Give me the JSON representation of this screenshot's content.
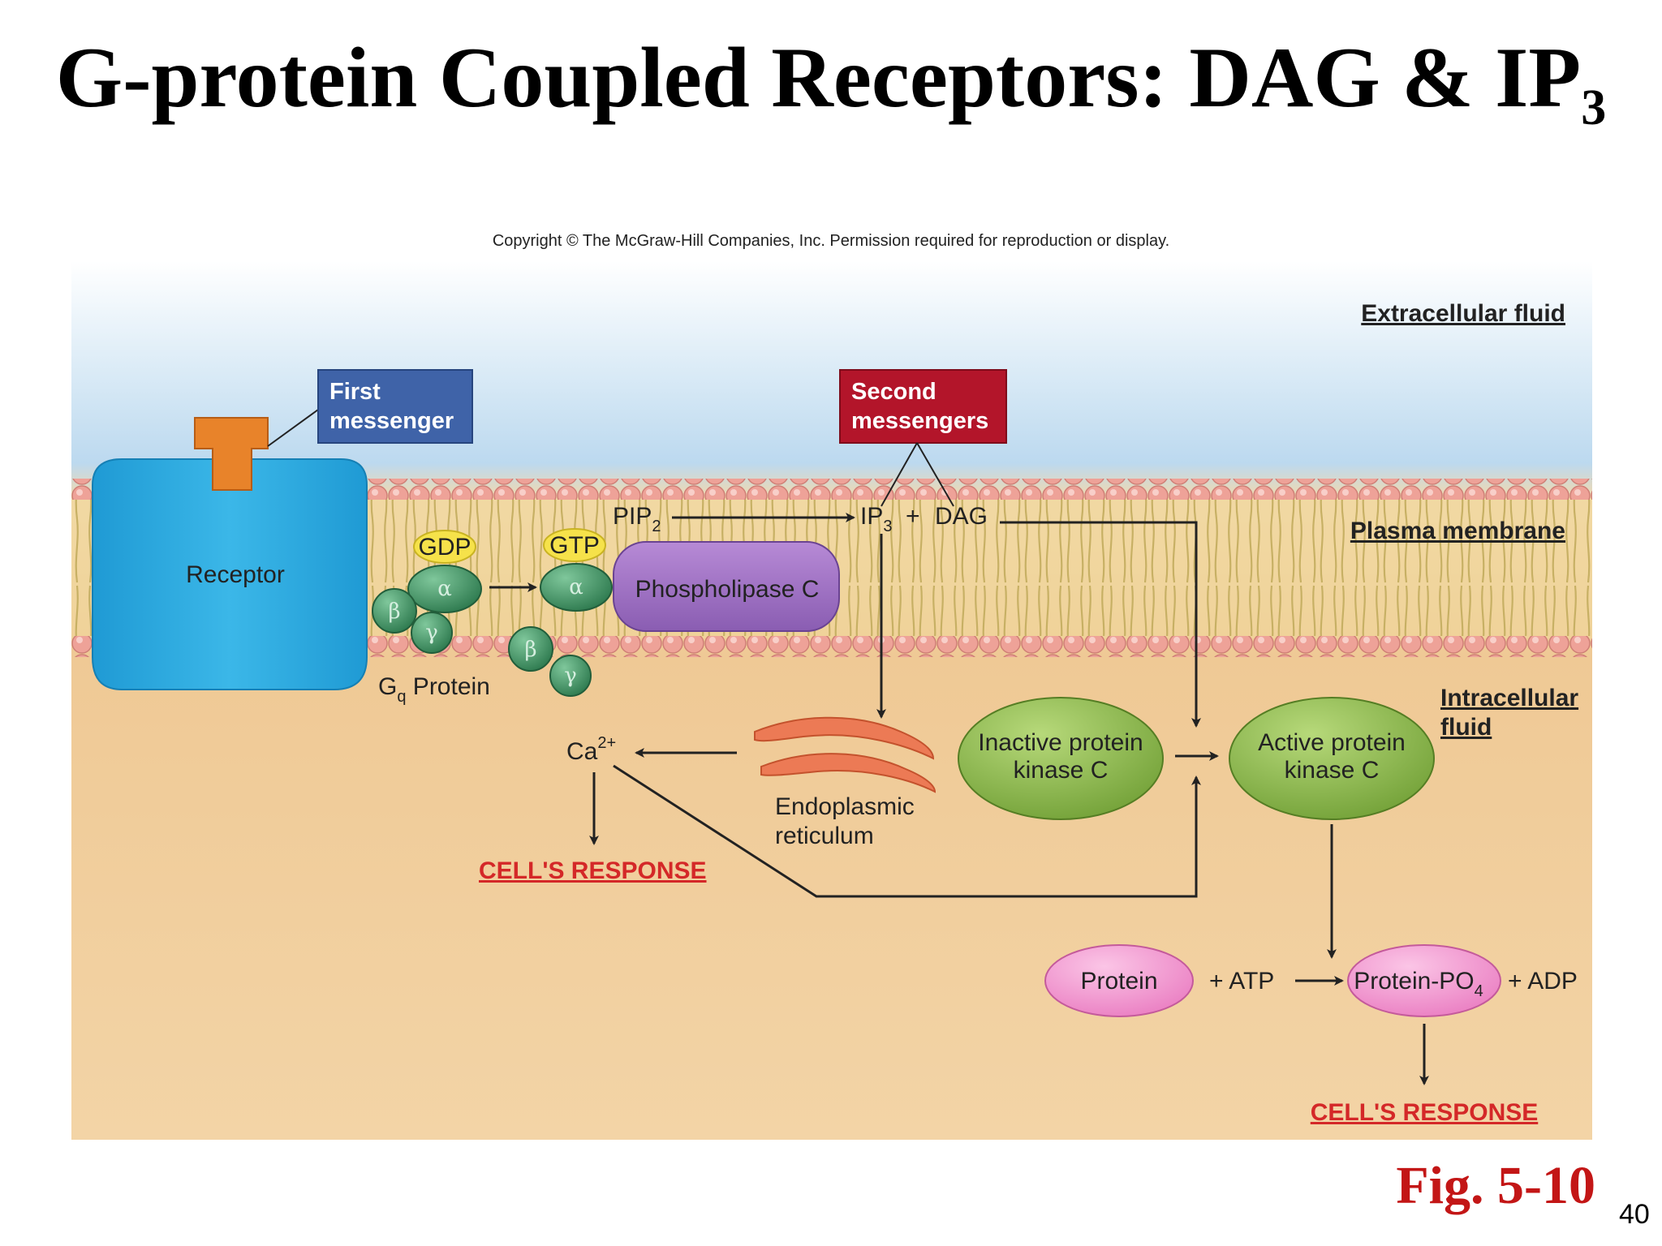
{
  "title": {
    "main": "G-protein Coupled Receptors: DAG & IP",
    "sub": "3"
  },
  "copyright": "Copyright © The McGraw-Hill Companies, Inc. Permission required for reproduction or display.",
  "regions": {
    "extracellular": "Extracellular fluid",
    "membrane": "Plasma membrane",
    "intracellular_line1": "Intracellular",
    "intracellular_line2": "fluid"
  },
  "boxes": {
    "first_messenger": {
      "line1": "First",
      "line2": "messenger",
      "color": "#3f63a8"
    },
    "second_messengers": {
      "line1": "Second",
      "line2": "messengers",
      "color": "#b3152a"
    }
  },
  "labels": {
    "receptor": "Receptor",
    "gdp": "GDP",
    "gtp": "GTP",
    "alpha": "α",
    "beta": "β",
    "gamma": "γ",
    "gq_G": "G",
    "gq_sub": "q",
    "gq_rest": " Protein",
    "pip": "PIP",
    "pip_sub": "2",
    "ip": "IP",
    "ip_sub": "3",
    "plus": "+",
    "dag": "DAG",
    "phospholipase": "Phospholipase C",
    "ca": "Ca",
    "ca_sup": "2+",
    "er_line1": "Endoplasmic",
    "er_line2": "reticulum",
    "inactive_line1": "Inactive protein",
    "inactive_line2": "kinase C",
    "active_line1": "Active protein",
    "active_line2": "kinase C",
    "protein": "Protein",
    "plus_atp": "+ ATP",
    "protein_po": "Protein-PO",
    "protein_po_sub": "4",
    "plus_adp": "+ ADP",
    "response1": "CELL'S RESPONSE",
    "response2": "CELL'S RESPONSE"
  },
  "figure": "Fig. 5-10",
  "page_number": "40",
  "colors": {
    "receptor": "#2ba7dd",
    "ligand": "#e8832a",
    "g_protein": "#3d8a5e",
    "gdp_gtp": "#f6e24a",
    "phospholipase": "#9a6fc0",
    "kinase": "#8fbf4a",
    "protein": "#f08cc8",
    "lipid_head": "#ee9f95",
    "response": "#d42828"
  }
}
